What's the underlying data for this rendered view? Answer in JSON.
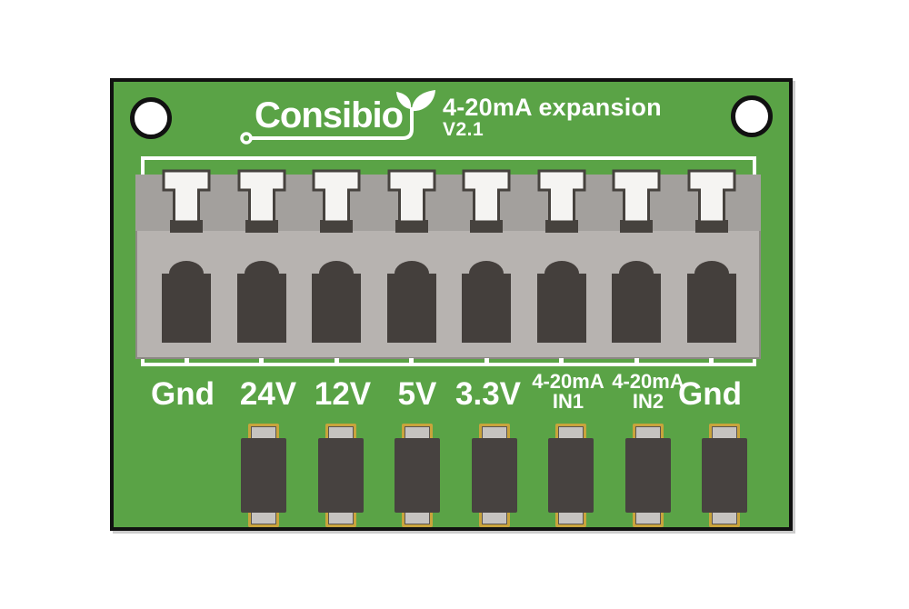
{
  "board": {
    "logo_text": "Consibio",
    "product_name": "4-20mA expansion",
    "version": "V2.1",
    "terminal_count": 8,
    "smd_component_count": 7,
    "mounting_hole_count": 2,
    "terminal_labels": [
      {
        "label": "Gnd",
        "sub": ""
      },
      {
        "label": "24V",
        "sub": ""
      },
      {
        "label": "12V",
        "sub": ""
      },
      {
        "label": "5V",
        "sub": ""
      },
      {
        "label": "3.3V",
        "sub": ""
      },
      {
        "label": "4-20mA",
        "sub": "IN1"
      },
      {
        "label": "4-20mA",
        "sub": "IN2"
      },
      {
        "label": "Gnd",
        "sub": ""
      }
    ],
    "icons": {
      "logo_sprout": "circuit-sprout-icon",
      "mounting_holes": "mounting-hole",
      "screw_terminals": "screw-terminal-icon",
      "smd_components": "smd-component"
    },
    "colors": {
      "pcb_green": "#5aa346",
      "board_outline": "#111111",
      "silkscreen_white": "#ffffff",
      "connector_upper_gray": "#a3a09d",
      "connector_lower_gray": "#b7b3b0",
      "terminal_fill": "#f5f4f2",
      "terminal_dark": "#46423e",
      "wire_opening_dark": "#443f3c",
      "smd_body_dark": "#474240",
      "smd_pad_gold": "#c9a43c",
      "smd_pad_inner_gray": "#c6c3c0"
    }
  }
}
